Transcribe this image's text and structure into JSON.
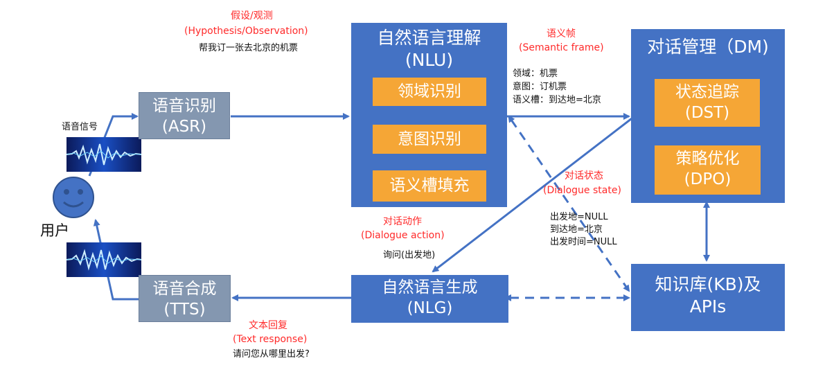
{
  "hypothesis": {
    "title": "假设/观测",
    "subtitle": "(Hypothesis/Observation)",
    "example": "帮我订一张去北京的机票"
  },
  "semantic_frame": {
    "title": "语义帧",
    "subtitle": "(Semantic frame)",
    "lines": [
      "领域：机票",
      "意图：订机票",
      "语义槽：到达地=北京"
    ]
  },
  "dialogue_state": {
    "title": "对话状态",
    "subtitle": "(Dialogue state)",
    "lines": [
      "出发地=NULL",
      "到达地=北京",
      "出发时间=NULL"
    ]
  },
  "dialogue_action": {
    "title": "对话动作",
    "subtitle": "(Dialogue action)",
    "example": "询问(出发地)"
  },
  "text_response": {
    "title": "文本回复",
    "subtitle": "(Text response)",
    "example": "请问您从哪里出发?"
  },
  "speech_signal_label": "语音信号",
  "user_label": "用户",
  "asr": {
    "line1": "语音识别",
    "line2": "(ASR)"
  },
  "tts": {
    "line1": "语音合成",
    "line2": "(TTS)"
  },
  "nlu": {
    "line1": "自然语言理解",
    "line2": "(NLU)",
    "steps": [
      "领域识别",
      "意图识别",
      "语义槽填充"
    ]
  },
  "dm": {
    "title": "对话管理（DM)",
    "dst": {
      "line1": "状态追踪",
      "line2": "(DST)"
    },
    "dpo": {
      "line1": "策略优化",
      "line2": "(DPO)"
    }
  },
  "nlg": {
    "line1": "自然语言生成",
    "line2": "(NLG)"
  },
  "kb": {
    "line1": "知识库(KB)及",
    "line2": "APIs"
  },
  "colors": {
    "module_blue": "#4472c4",
    "speech_gray": "#8497b0",
    "step_orange": "#f5a636",
    "annotation_red": "#ff2a2a",
    "arrow_blue": "#4472c4"
  }
}
